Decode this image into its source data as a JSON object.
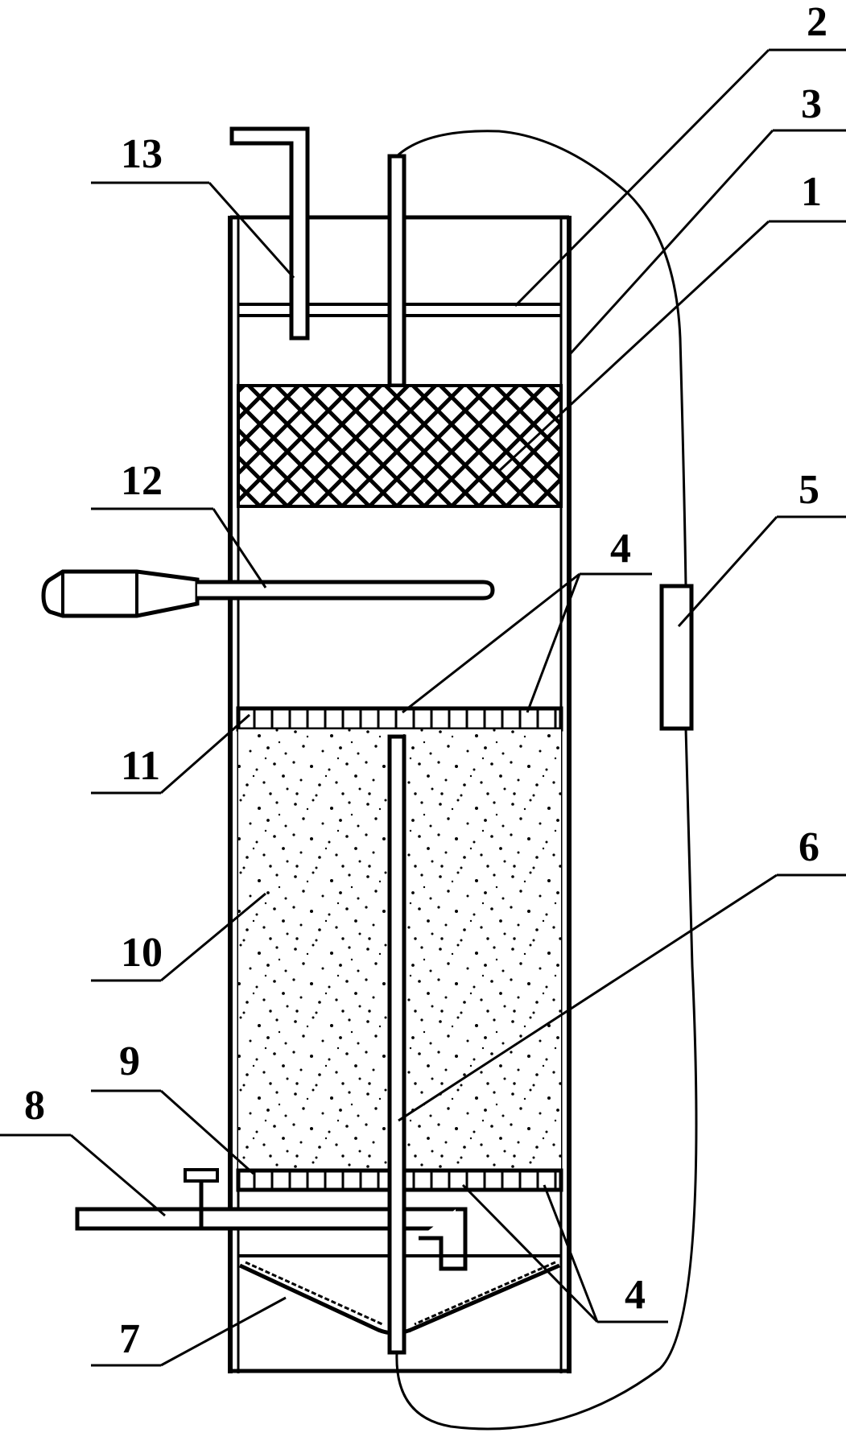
{
  "labels": {
    "l1": "1",
    "l2": "2",
    "l3": "3",
    "l4_top": "4",
    "l4_bottom": "4",
    "l5": "5",
    "l6": "6",
    "l7": "7",
    "l8": "8",
    "l9": "9",
    "l10": "10",
    "l11": "11",
    "l12": "12",
    "l13": "13"
  }
}
